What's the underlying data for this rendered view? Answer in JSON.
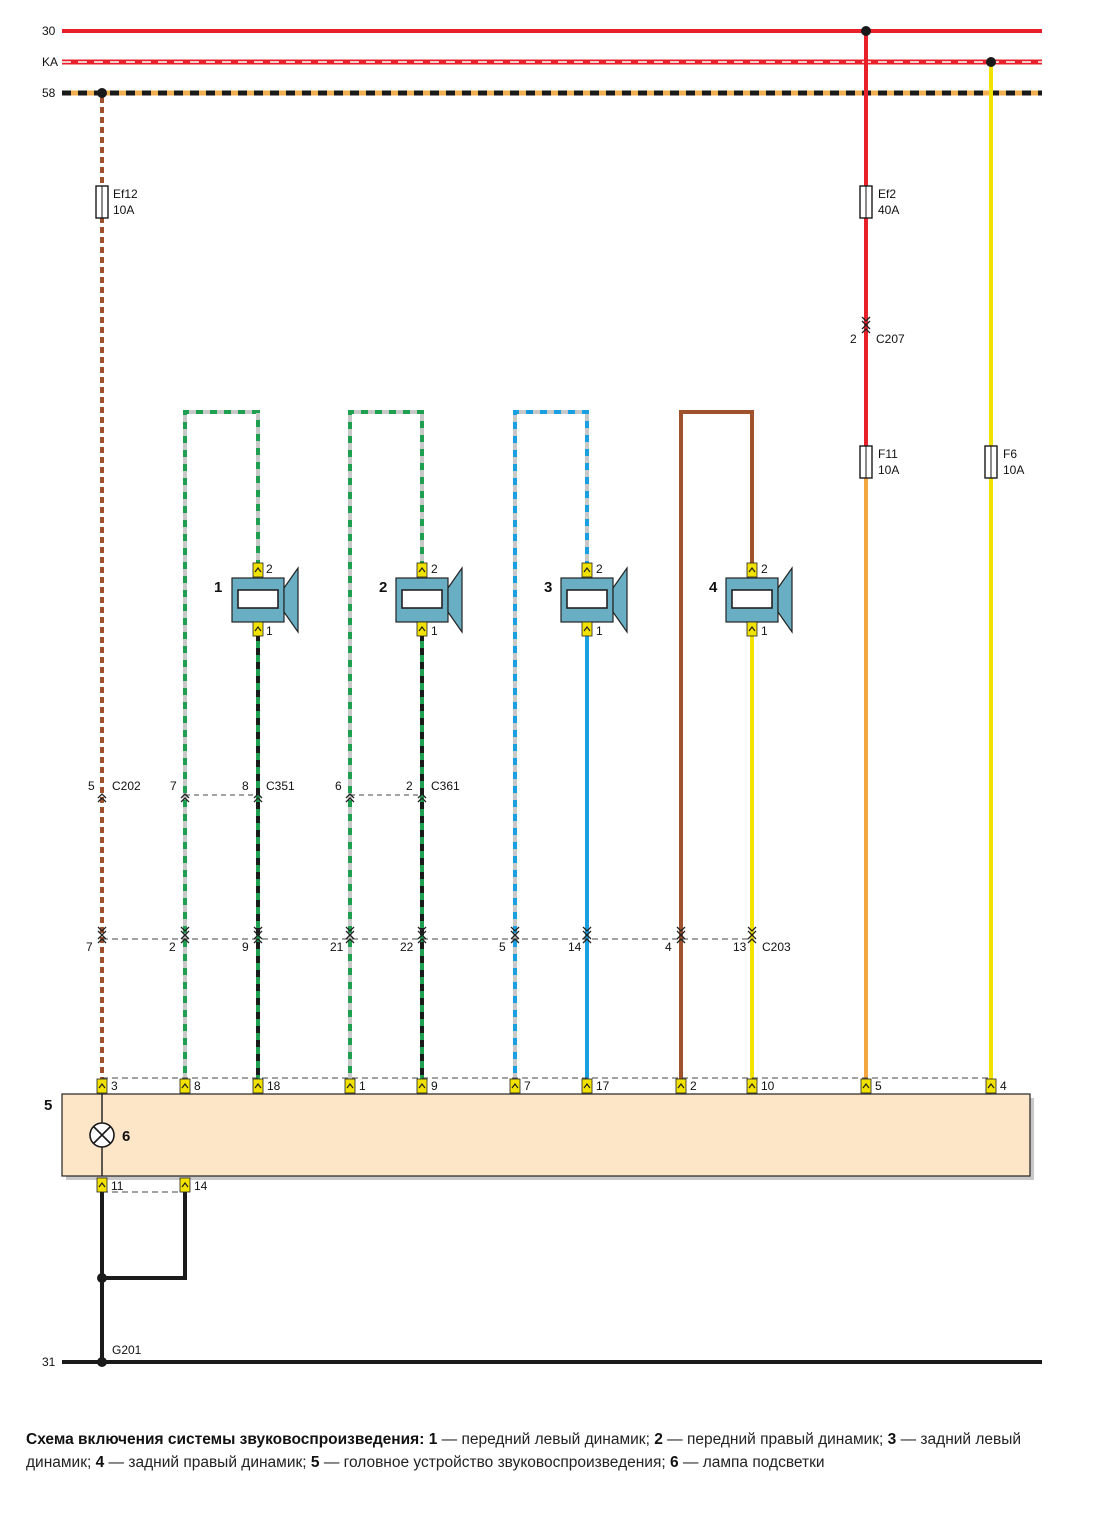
{
  "bus": {
    "b30": "30",
    "bka": "KA",
    "b58": "58",
    "b31": "31"
  },
  "fuses": {
    "ef12_name": "Ef12",
    "ef12_rating": "10A",
    "ef2_name": "Ef2",
    "ef2_rating": "40A",
    "f11_name": "F11",
    "f11_rating": "10A",
    "f6_name": "F6",
    "f6_rating": "10A"
  },
  "connectors": {
    "c207": "C207",
    "c207_pin": "2",
    "c202": "C202",
    "c202_pin": "5",
    "c351": "C351",
    "c351_pin_a": "7",
    "c351_pin_b": "8",
    "c361": "C361",
    "c361_pin_a": "6",
    "c361_pin_b": "2",
    "c203": "C203",
    "c203_pins": [
      "7",
      "2",
      "9",
      "21",
      "22",
      "5",
      "14",
      "4",
      "13"
    ],
    "g201": "G201"
  },
  "speakers": [
    {
      "num": "1",
      "pin_top": "2",
      "pin_bottom": "1"
    },
    {
      "num": "2",
      "pin_top": "2",
      "pin_bottom": "1"
    },
    {
      "num": "3",
      "pin_top": "2",
      "pin_bottom": "1"
    },
    {
      "num": "4",
      "pin_top": "2",
      "pin_bottom": "1"
    }
  ],
  "head_unit": {
    "num": "5",
    "lamp_num": "6",
    "top_pins": [
      "3",
      "8",
      "18",
      "1",
      "9",
      "7",
      "17",
      "2",
      "10",
      "5",
      "4"
    ],
    "bottom_pins": [
      "11",
      "14"
    ]
  },
  "colors": {
    "red": "#e8202a",
    "brown": "#a0522d",
    "green": "#1fa050",
    "blue": "#1aa0e0",
    "yellow": "#f2e200",
    "orange": "#f4a640",
    "black": "#1a1a1a",
    "speaker": "#6aaec4",
    "unit": "#fde5c8"
  },
  "caption": {
    "title": "Схема включения системы звуковоспроизведения:",
    "items": [
      {
        "num": "1",
        "text": "передний левый динамик;"
      },
      {
        "num": "2",
        "text": "передний правый динамик;"
      },
      {
        "num": "3",
        "text": "задний левый динамик;"
      },
      {
        "num": "4",
        "text": "задний правый динамик;"
      },
      {
        "num": "5",
        "text": "головное устройство звуковоспроизведения;"
      },
      {
        "num": "6",
        "text": "лампа подсветки"
      }
    ]
  }
}
